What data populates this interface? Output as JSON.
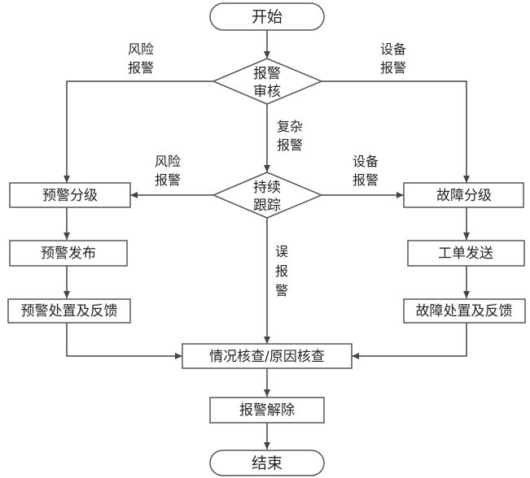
{
  "nodes": {
    "start": "开始",
    "review": [
      "报警",
      "审核"
    ],
    "track": [
      "持续",
      "跟踪"
    ],
    "warn_grade": "预警分级",
    "warn_publish": "预警发布",
    "warn_handle": "预警处置及反馈",
    "fault_grade": "故障分级",
    "work_order": "工单发送",
    "fault_handle": "故障处置及反馈",
    "verify": "情况核查/原因核查",
    "clear": "报警解除",
    "end": "结束"
  },
  "edge_labels": {
    "risk_top": [
      "风险",
      "报警"
    ],
    "equip_top": [
      "设备",
      "报警"
    ],
    "complex": [
      "复杂",
      "报警"
    ],
    "risk_mid": [
      "风险",
      "报警"
    ],
    "equip_mid": [
      "设备",
      "报警"
    ],
    "false_alarm": [
      "误",
      "报",
      "警"
    ]
  }
}
